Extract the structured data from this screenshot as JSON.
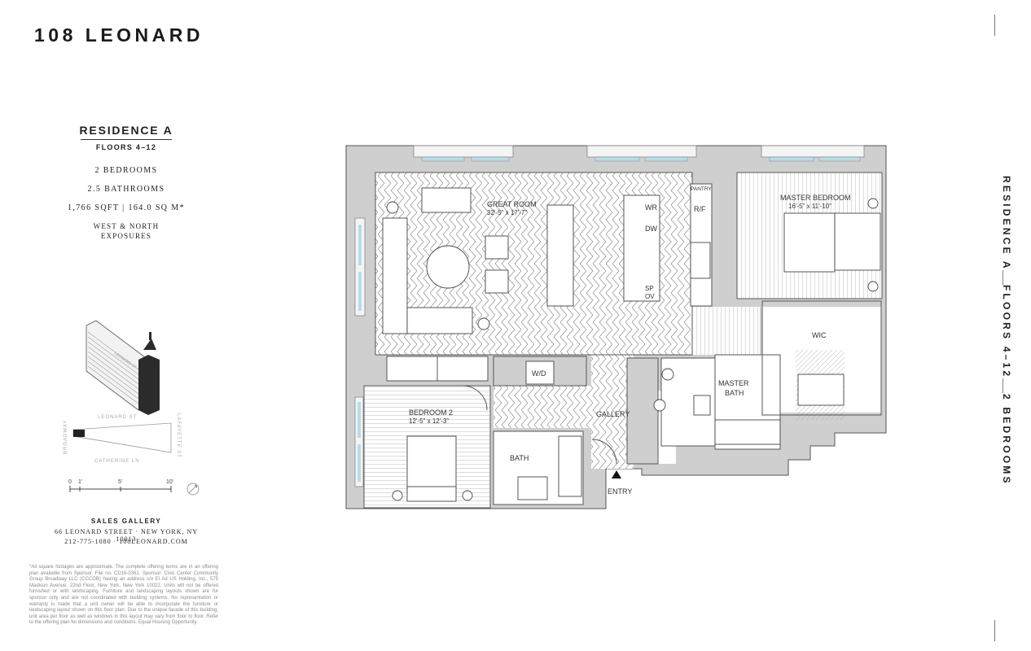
{
  "brand": "108 LEONARD",
  "residence": {
    "title": "RESIDENCE A",
    "floors": "FLOORS 4–12",
    "bedrooms": "2 BEDROOMS",
    "bathrooms": "2.5 BATHROOMS",
    "area": "1,766 SQFT | 164.0 SQ M*",
    "exposures_line1": "WEST & NORTH",
    "exposures_line2": "EXPOSURES"
  },
  "key_plan": {
    "street_top": "LEONARD ST",
    "street_bottom": "CATHERINE LN",
    "street_left": "BROADWAY",
    "street_right": "LAFAYETTE ST"
  },
  "scale": {
    "tick_0": "0",
    "tick_1": "1'",
    "tick_5": "5'",
    "tick_10": "10'"
  },
  "sales": {
    "title": "SALES GALLERY",
    "address": "66 LEONARD STREET · NEW YORK, NY 10013",
    "contact": "212-775-1080 · 108LEONARD.COM"
  },
  "disclaimer": "*All square footages are approximate. The complete offering terms are in an offering plan available from Sponsor. File no. CD16-0361. Sponsor: Civic Center Community Group Broadway LLC (CCCGB) having an address c/o El Ad US Holding, Inc., 575 Madison Avenue, 22nd Floor, New York, New York 10022. Units will not be offered furnished or with landscaping. Furniture and landscaping layouts shown are for sponsor only and are not coordinated with building systems. No representation or warranty is made that a unit owner will be able to incorporate the furniture or landscaping layout shown on this floor plan. Due to the unique facade of this building, unit area per floor as well as windows in this layout may vary from floor to floor. Refer to the offering plan for dimensions and conditions. Equal Housing Opportunity.",
  "side_strip": {
    "residence": "RESIDENCE A",
    "floors": "FLOORS 4–12",
    "bedrooms": "2 BEDROOMS"
  },
  "rooms": {
    "great_room": "GREAT ROOM",
    "great_room_dim": "32'-5\" x 17'-7\"",
    "master_bedroom": "MASTER BEDROOM",
    "master_bedroom_dim": "16'-5\" x 11'-10\"",
    "bedroom2": "BEDROOM 2",
    "bedroom2_dim": "12'-5\" x 12'-3\"",
    "pantry": "PANTRY",
    "rf": "R/F",
    "wr": "WR",
    "dw": "DW",
    "sp": "SP",
    "ov": "OV",
    "wic": "WIC",
    "wd": "W/D",
    "gallery": "GALLERY",
    "bath": "BATH",
    "master_bath_1": "MASTER",
    "master_bath_2": "BATH",
    "entry": "ENTRY"
  },
  "colors": {
    "wall": "#cfcfcf",
    "window": "#b9dbe8",
    "floor_line": "#8c8c8c"
  }
}
